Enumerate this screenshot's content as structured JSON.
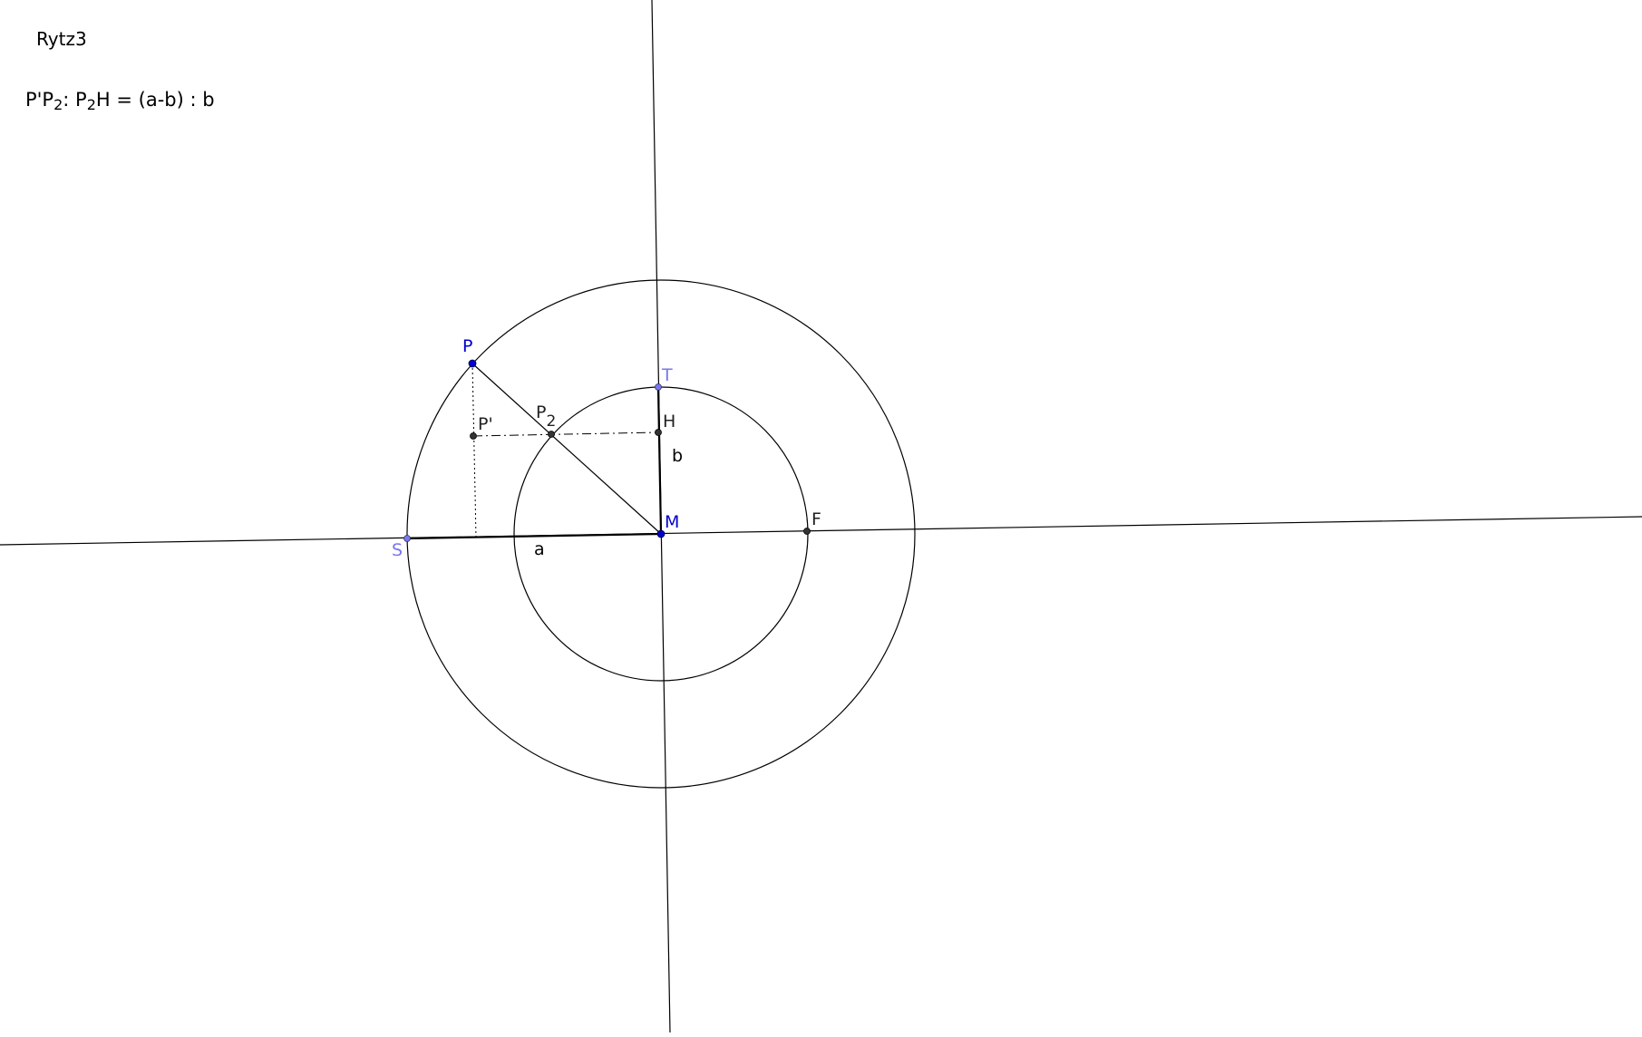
{
  "title": "Rytz3",
  "formula": {
    "part1": "P'P",
    "sub1": "2",
    "part2": ": P",
    "sub2": "2",
    "part3": "H = (a-b) : b"
  },
  "colors": {
    "line": "#000000",
    "point_dark": "#333333",
    "point_blue": "#0000cc",
    "point_light_blue": "#7777ee",
    "label_dark": "#222222",
    "label_blue": "#0000cc",
    "label_light_blue": "#7777ee"
  },
  "points": {
    "P": "P",
    "P_prime": "P'",
    "P2_main": "P",
    "P2_sub": "2",
    "H": "H",
    "T": "T",
    "M": "M",
    "S": "S",
    "F": "F"
  },
  "segment_labels": {
    "a": "a",
    "b": "b"
  }
}
